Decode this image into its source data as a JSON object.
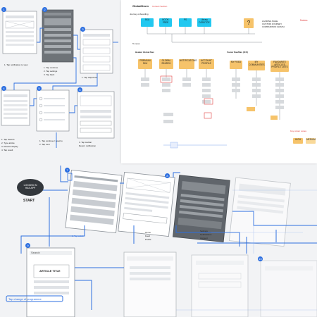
{
  "sitemap": {
    "brand": "GlobalDrum",
    "subtitle": "Content Section",
    "journey_label": "Journey onboarding",
    "top_nodes": [
      "SKU",
      "BOOK FREE",
      "PS",
      "Library DESKTOP"
    ],
    "question_mark": "?",
    "right_note": "LANDING PAGE CUSTOM JOURNEY COMPARISON GRAPH",
    "header_section": "Header Global Nav",
    "footer_section": "Footer Nav/Nav (ICS)",
    "section_mark": "To ness",
    "header_nodes": [
      "PREMIUM SKU",
      "GLOBAL SEARCH",
      "NOTIFICATIONS",
      "ACCOUNT PROFILE"
    ],
    "footer_nodes": [
      "MY FEED",
      "MY COMMUNITIES",
      "FAVOURITE ARTICLES PROFILE LISTS"
    ],
    "side_title": "Notes",
    "key_label": "Key colour codes",
    "key_nodes": [
      "HIGH",
      "MEDIUM"
    ]
  },
  "flow": {
    "start_bubble": "LOGGED IN HAS APP",
    "start_label": "START",
    "badges": [
      "1",
      "2",
      "3",
      "4",
      "5",
      "6",
      "7",
      "8",
      "9",
      "10"
    ],
    "steps_top": [
      "1. Tap notification to view",
      "1. Tap continue",
      "2. Tap settings",
      "3. Tap back",
      "1. Tap skip/close"
    ],
    "steps_mid": [
      "1. Tap Search",
      "2. Type article",
      "3. Results display",
      "4. Tap result",
      "1. Tap continue / Load to",
      "2. Tap next",
      "3. Tap toolbar",
      "Return notification"
    ],
    "article_title": "ARTICLE TITLE",
    "search_label": "Search",
    "footer_step": "1. Tap article",
    "bottom_step": "Tap change of programme",
    "bottom_menu": [
      "Home",
      "Feed",
      "Profile",
      "Settings",
      "Notifications",
      "Account"
    ]
  }
}
